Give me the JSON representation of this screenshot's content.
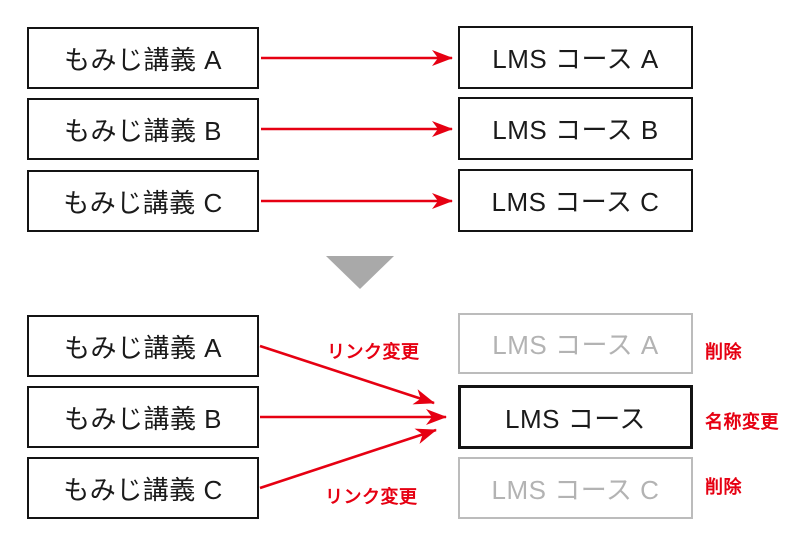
{
  "colors": {
    "red": "#e60012",
    "black": "#141414",
    "deleted_gray": "#b3b3b3",
    "triangle_gray": "#a9a9a9"
  },
  "before": {
    "lectures": [
      {
        "label": "もみじ講義 A"
      },
      {
        "label": "もみじ講義 B"
      },
      {
        "label": "もみじ講義 C"
      }
    ],
    "courses": [
      {
        "label": "LMS コース A"
      },
      {
        "label": "LMS コース B"
      },
      {
        "label": "LMS コース C"
      }
    ]
  },
  "after": {
    "lectures": [
      {
        "label": "もみじ講義 A"
      },
      {
        "label": "もみじ講義 B"
      },
      {
        "label": "もみじ講義 C"
      }
    ],
    "courses": [
      {
        "label": "LMS コース A",
        "state": "deleted",
        "annotation": "削除"
      },
      {
        "label": "LMS コース",
        "state": "renamed",
        "annotation": "名称変更"
      },
      {
        "label": "LMS コース C",
        "state": "deleted",
        "annotation": "削除"
      }
    ],
    "link_labels": [
      "リンク変更",
      "リンク変更"
    ]
  }
}
